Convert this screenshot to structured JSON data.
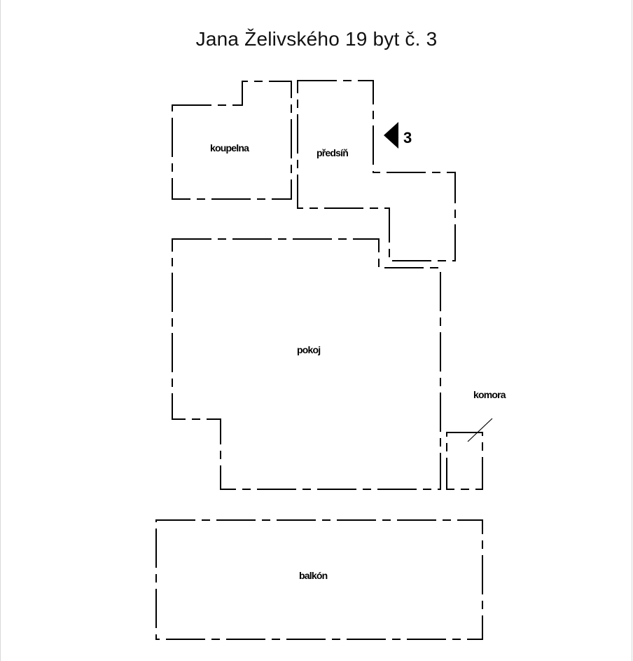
{
  "title": "Jana Želivského 19 byt č. 3",
  "entrance": {
    "number": "3",
    "icon": "entrance-arrow-icon"
  },
  "rooms": {
    "koupelna": "koupelna",
    "predsin": "předsíň",
    "pokoj": "pokoj",
    "komora": "komora",
    "balkon": "balkón"
  },
  "colors": {
    "line": "#000000",
    "background": "#ffffff"
  }
}
